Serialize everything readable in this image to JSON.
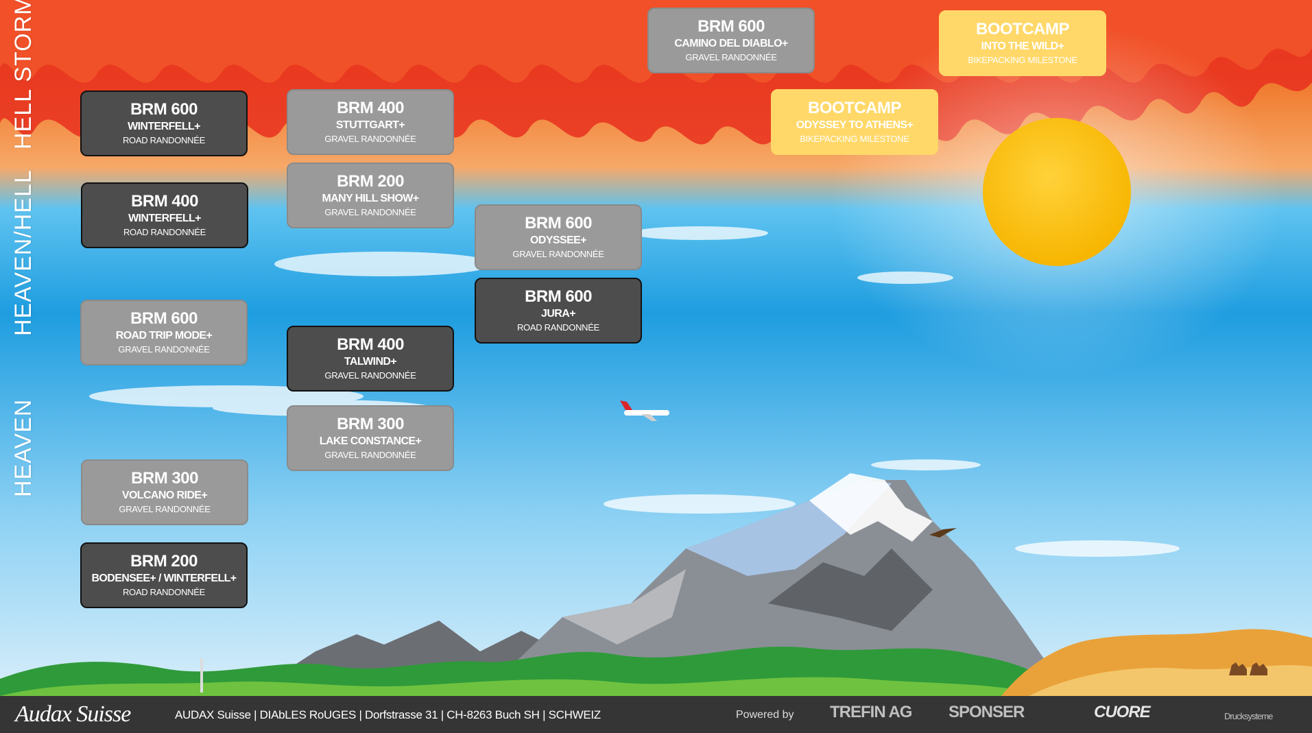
{
  "side_labels": {
    "hell_storm": "HELL STORM",
    "heaven_hell": "HEAVEN/HELL",
    "heaven": "HEAVEN"
  },
  "cards": [
    {
      "id": "brm600-winterfell",
      "style": "dark",
      "title": "BRM 600",
      "name": "WINTERFELL+",
      "kind": "ROAD RANDONNÉE"
    },
    {
      "id": "brm400-winterfell",
      "style": "dark",
      "title": "BRM 400",
      "name": "WINTERFELL+",
      "kind": "ROAD RANDONNÉE"
    },
    {
      "id": "brm600-roadtrip",
      "style": "light",
      "title": "BRM 600",
      "name": "ROAD TRIP MODE+",
      "kind": "GRAVEL RANDONNÉE"
    },
    {
      "id": "brm300-volcano",
      "style": "light",
      "title": "BRM 300",
      "name": "VOLCANO RIDE+",
      "kind": "GRAVEL RANDONNÉE"
    },
    {
      "id": "brm200-bodensee",
      "style": "dark",
      "title": "BRM 200",
      "name": "BODENSEE+ / WINTERFELL+",
      "kind": "ROAD RANDONNÉE"
    },
    {
      "id": "brm400-stuttgart",
      "style": "light",
      "title": "BRM 400",
      "name": "STUTTGART+",
      "kind": "GRAVEL RANDONNÉE"
    },
    {
      "id": "brm200-manyhill",
      "style": "light",
      "title": "BRM 200",
      "name": "MANY HILL SHOW+",
      "kind": "GRAVEL RANDONNÉE"
    },
    {
      "id": "brm400-talwind",
      "style": "dark",
      "title": "BRM 400",
      "name": "TALWIND+",
      "kind": "GRAVEL RANDONNÉE"
    },
    {
      "id": "brm300-lakeconstance",
      "style": "light",
      "title": "BRM 300",
      "name": "LAKE CONSTANCE+",
      "kind": "GRAVEL RANDONNÉE"
    },
    {
      "id": "brm600-odyssee",
      "style": "light",
      "title": "BRM 600",
      "name": "ODYSSEE+",
      "kind": "GRAVEL RANDONNÉE"
    },
    {
      "id": "brm600-jura",
      "style": "dark",
      "title": "BRM 600",
      "name": "JURA+",
      "kind": "ROAD RANDONNÉE"
    },
    {
      "id": "brm600-camino",
      "style": "light",
      "title": "BRM 600",
      "name": "CAMINO DEL DIABLO+",
      "kind": "GRAVEL RANDONNÉE"
    },
    {
      "id": "bootcamp-odyssey",
      "style": "yellow",
      "title": "BOOTCAMP",
      "name": "ODYSSEY TO ATHENS+",
      "kind": "BIKEPACKING MILESTONE"
    },
    {
      "id": "bootcamp-intothewild",
      "style": "yellow",
      "title": "BOOTCAMP",
      "name": "INTO THE WILD+",
      "kind": "BIKEPACKING MILESTONE"
    }
  ],
  "footer": {
    "logo": "Audax Suisse",
    "address": "AUDAX Suisse | DIAbLES RoUGES | Dorfstrasse 31 | CH-8263 Buch SH | SCHWEIZ",
    "powered_by": "Powered by",
    "sponsors": [
      "TREFIN AG",
      "SPONSER",
      "CUORE",
      "Drucksysteme"
    ]
  },
  "colors": {
    "card_dark": "#4d4d4d",
    "card_light": "#9a9a9a",
    "card_yellow": "#ffd869",
    "footer_bg": "#353535",
    "sky_top": "#1a9be0",
    "sun": "#ffc21a"
  }
}
